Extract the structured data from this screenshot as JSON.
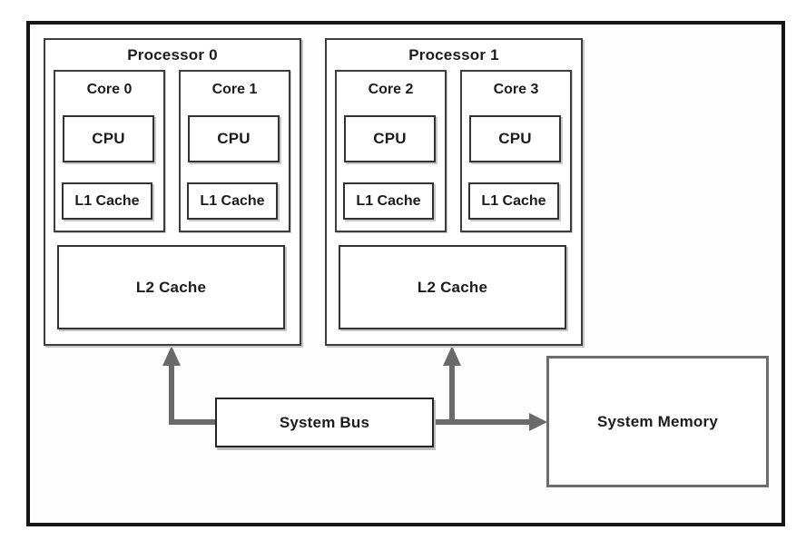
{
  "processors": [
    {
      "title": "Processor 0",
      "l2_label": "L2 Cache",
      "cores": [
        {
          "title": "Core 0",
          "cpu_label": "CPU",
          "l1_label": "L1 Cache"
        },
        {
          "title": "Core 1",
          "cpu_label": "CPU",
          "l1_label": "L1 Cache"
        }
      ]
    },
    {
      "title": "Processor 1",
      "l2_label": "L2 Cache",
      "cores": [
        {
          "title": "Core 2",
          "cpu_label": "CPU",
          "l1_label": "L1 Cache"
        },
        {
          "title": "Core 3",
          "cpu_label": "CPU",
          "l1_label": "L1 Cache"
        }
      ]
    }
  ],
  "bus": {
    "label": "System Bus"
  },
  "memory": {
    "label": "System Memory"
  },
  "colors": {
    "arrow": "#6a6a6a",
    "box_border": "#333333",
    "outer_border": "#161616",
    "memory_border": "#6d6d6d"
  }
}
